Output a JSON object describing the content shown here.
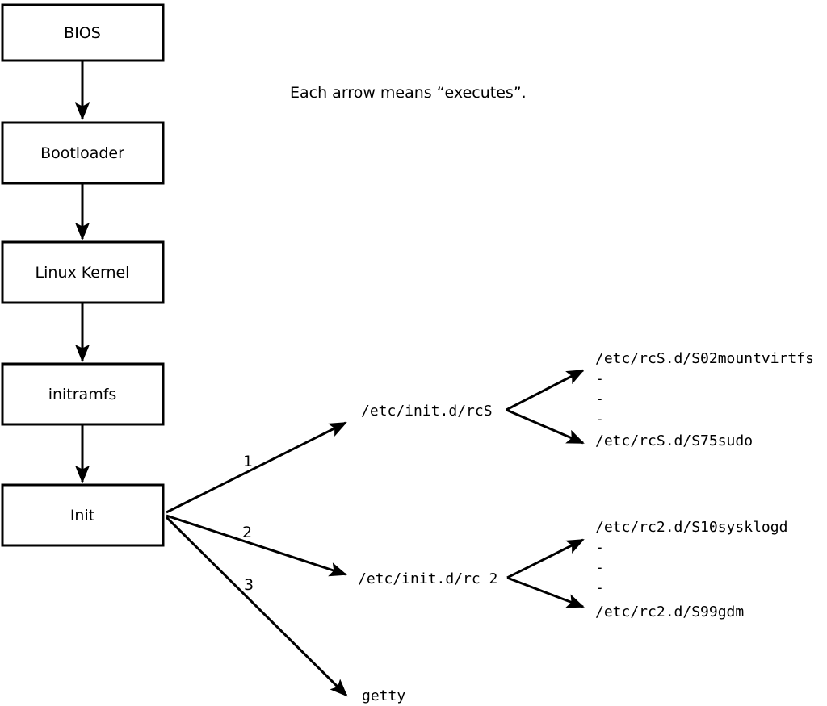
{
  "diagram": {
    "note": "Each arrow means “executes”.",
    "chain": [
      {
        "label": "BIOS"
      },
      {
        "label": "Bootloader"
      },
      {
        "label": "Linux Kernel"
      },
      {
        "label": "initramfs"
      },
      {
        "label": "Init"
      }
    ],
    "branches": [
      {
        "number": "1",
        "target": "/etc/init.d/rcS"
      },
      {
        "number": "2",
        "target": "/etc/init.d/rc 2"
      },
      {
        "number": "3",
        "target": "getty"
      }
    ],
    "rcS_scripts": [
      "/etc/rcS.d/S02mountvirtfs",
      "-",
      "-",
      "-",
      "/etc/rcS.d/S75sudo"
    ],
    "rc2_scripts": [
      "/etc/rc2.d/S10sysklogd",
      "-",
      "-",
      "-",
      "/etc/rc2.d/S99gdm"
    ],
    "colors": {
      "line": "#000000",
      "box_fill": "#ffffff",
      "background": "#ffffff"
    }
  }
}
